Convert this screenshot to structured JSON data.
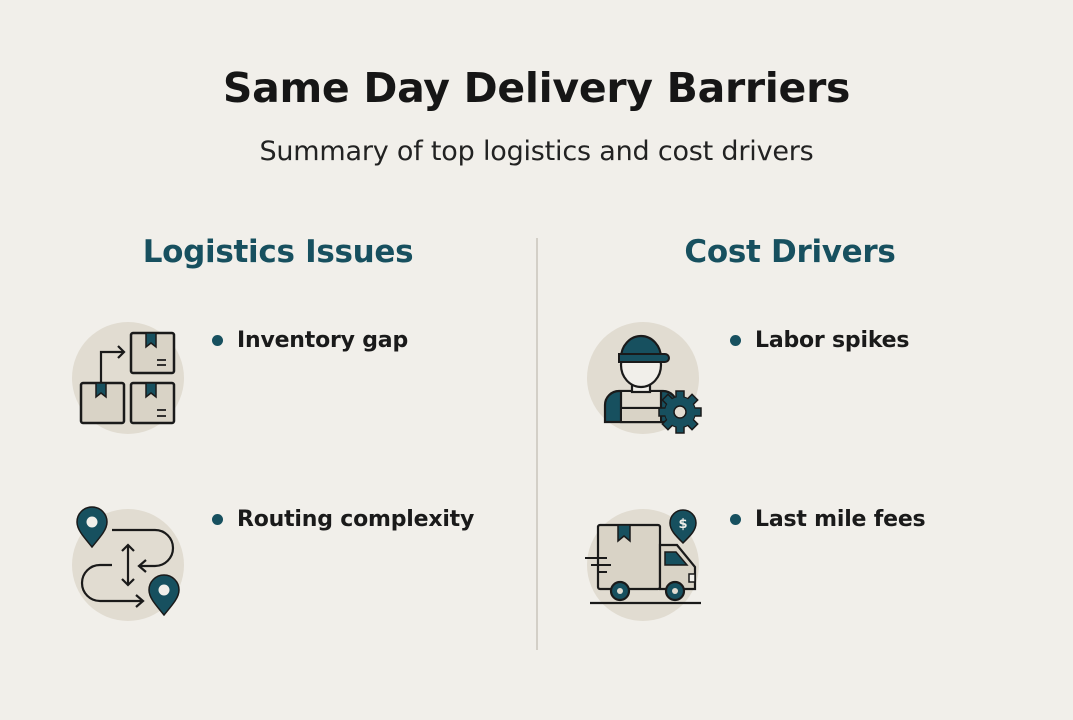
{
  "header": {
    "title": "Same Day Delivery Barriers",
    "subtitle": "Summary of top logistics and cost drivers"
  },
  "colors": {
    "background": "#f1efea",
    "accent": "#17505f",
    "icon_fill": "#d9d3c6",
    "icon_circle": "#e1dcd1"
  },
  "sections": [
    {
      "title": "Logistics Issues",
      "items": [
        {
          "label": "Inventory gap",
          "icon": "boxes-transfer-icon"
        },
        {
          "label": "Routing complexity",
          "icon": "route-map-pins-icon"
        }
      ]
    },
    {
      "title": "Cost Drivers",
      "items": [
        {
          "label": "Labor spikes",
          "icon": "worker-gear-icon"
        },
        {
          "label": "Last mile fees",
          "icon": "delivery-truck-dollar-icon"
        }
      ]
    }
  ]
}
